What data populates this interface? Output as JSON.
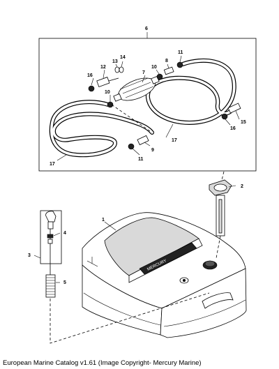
{
  "callouts": {
    "c6": "6",
    "c16a": "16",
    "c12": "12",
    "c13": "13",
    "c14": "14",
    "c10a": "10",
    "c7": "7",
    "c10b": "10",
    "c8": "8",
    "c11a": "11",
    "c17a": "17",
    "c9": "9",
    "c11b": "11",
    "c17b": "17",
    "c16b": "16",
    "c15": "15",
    "c2": "2",
    "c1": "1",
    "c4": "4",
    "c3": "3",
    "c5": "5"
  },
  "tank_label": "MERCURY",
  "caption": "European Marine Catalog v1.61 (Image Copyright- Mercury Marine)"
}
